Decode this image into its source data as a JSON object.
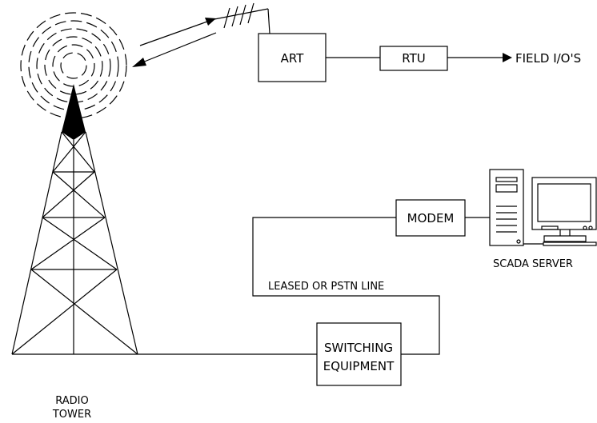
{
  "diagram": {
    "nodes": {
      "art": "ART",
      "rtu": "RTU",
      "field_io": "FIELD I/O'S",
      "modem": "MODEM",
      "scada_server": "SCADA SERVER",
      "switching_line1": "SWITCHING",
      "switching_line2": "EQUIPMENT",
      "radio_line1": "RADIO",
      "radio_line2": "TOWER"
    },
    "edge_labels": {
      "leased_line": "LEASED OR PSTN LINE"
    }
  }
}
